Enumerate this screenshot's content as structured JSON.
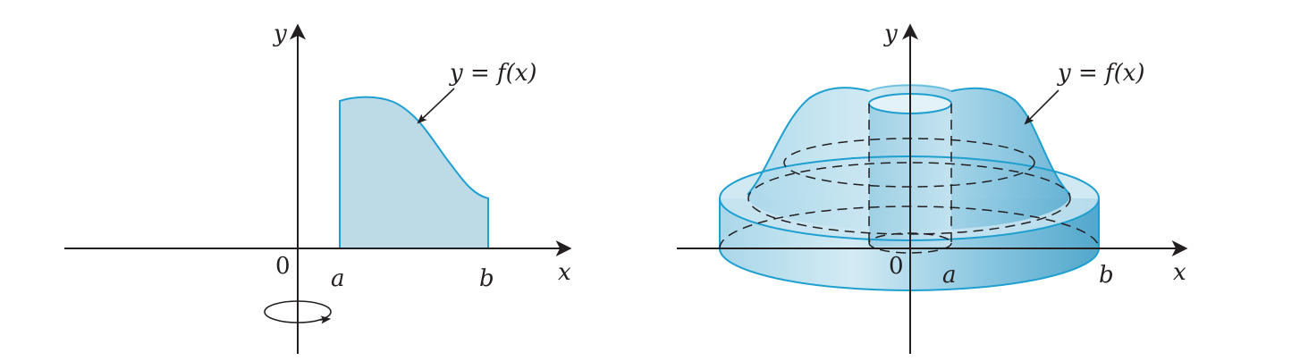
{
  "left_panel": {
    "y_axis_label": "y",
    "x_axis_label": "x",
    "origin_label": "0",
    "a_label": "a",
    "b_label": "b",
    "curve_label": "y = f(x)"
  },
  "right_panel": {
    "y_axis_label": "y",
    "x_axis_label": "x",
    "origin_label": "0",
    "a_label": "a",
    "b_label": "b",
    "curve_label": "y = f(x)"
  },
  "colors": {
    "region_fill": "#bcdbe7",
    "solid_fill": "#8fcbe3",
    "outline": "#1e9fd0",
    "ink": "#231f20"
  }
}
